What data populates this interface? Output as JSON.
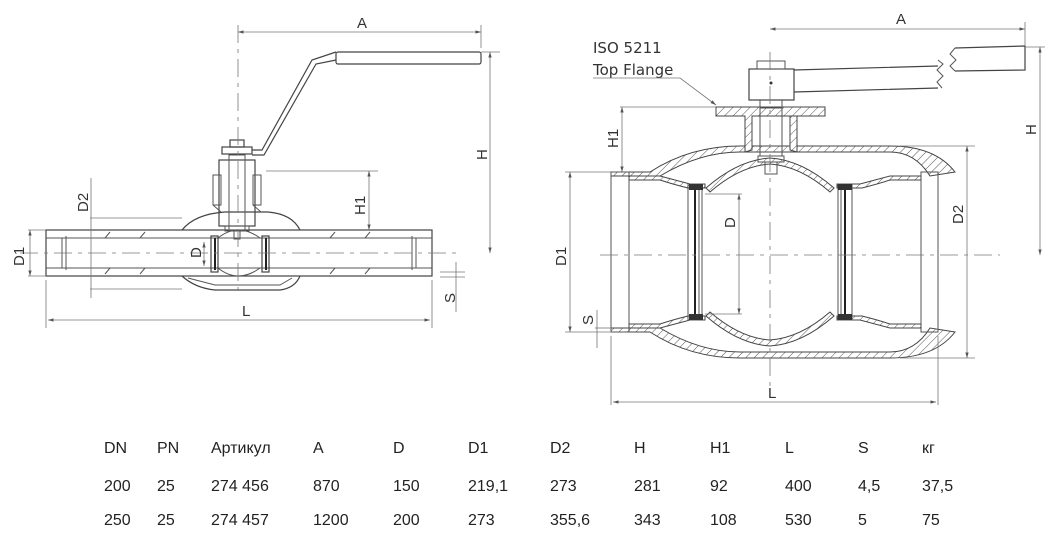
{
  "drawing_left": {
    "labels": {
      "A": "A",
      "H": "H",
      "H1": "H1",
      "D": "D",
      "D1": "D1",
      "D2": "D2",
      "L": "L",
      "S": "S"
    }
  },
  "drawing_right": {
    "callout": [
      "ISO 5211",
      "Top Flange"
    ],
    "labels": {
      "A": "A",
      "H": "H",
      "H1": "H1",
      "D": "D",
      "D1": "D1",
      "D2": "D2",
      "L": "L",
      "S": "S"
    }
  },
  "table": {
    "headers": [
      "DN",
      "PN",
      "Артикул",
      "A",
      "D",
      "D1",
      "D2",
      "H",
      "H1",
      "L",
      "S",
      "кг"
    ],
    "rows": [
      [
        "200",
        "25",
        "274 456",
        "870",
        "150",
        "219,1",
        "273",
        "281",
        "92",
        "400",
        "4,5",
        "37,5"
      ],
      [
        "250",
        "25",
        "274 457",
        "1200",
        "200",
        "273",
        "355,6",
        "343",
        "108",
        "530",
        "5",
        "75"
      ]
    ]
  }
}
